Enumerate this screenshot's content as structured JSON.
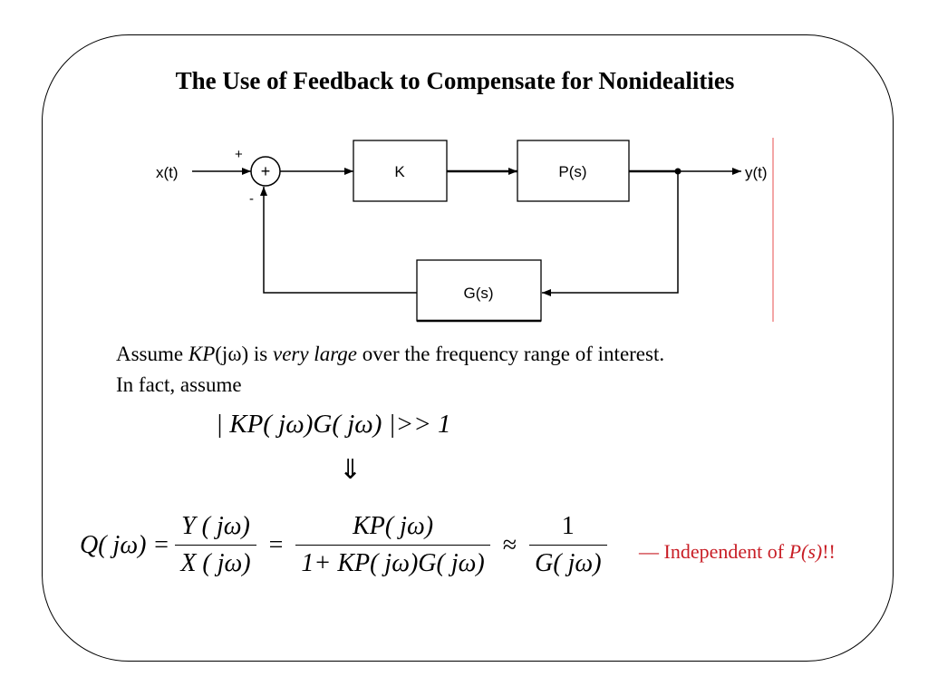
{
  "title": "The Use of Feedback to Compensate for Nonidealities",
  "diagram": {
    "input_label": "x(t)",
    "output_label": "y(t)",
    "sum_symbol": "+",
    "sum_plus_sign": "+",
    "sum_minus_sign": "-",
    "gain_block": "K",
    "plant_block": "P(s)",
    "feedback_block": "G(s)"
  },
  "text": {
    "line1_prefix": "Assume ",
    "line1_kp": "KP",
    "line1_paren_open": "(j",
    "line1_omega": "ω",
    "line1_paren_close": ")",
    "line1_is": " is ",
    "line1_emph": "very large",
    "line1_suffix": " over the frequency range of interest.",
    "line2": "In fact, assume"
  },
  "equations": {
    "condition": "| KP( jω)G( jω) |>> 1",
    "implies": "⇓",
    "q_lhs": "Q( jω) =",
    "frac1_num": "Y ( jω)",
    "frac1_den": "X ( jω)",
    "eq_sign": "=",
    "frac2_num": "KP( jω)",
    "frac2_den": "1+ KP( jω)G( jω)",
    "approx_sign": "≈",
    "frac3_num": "1",
    "frac3_den": "G( jω)"
  },
  "note": {
    "prefix": "— Independent of ",
    "term": "P(s)",
    "suffix": "!!",
    "color": "#c81d25"
  }
}
